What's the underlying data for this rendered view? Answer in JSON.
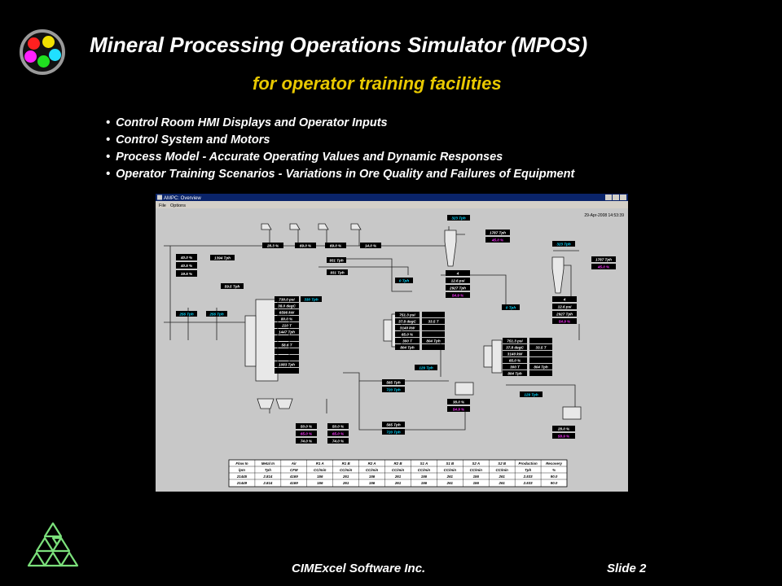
{
  "slide": {
    "title": "Mineral Processing Operations Simulator (MPOS)",
    "subtitle": "for operator training facilities",
    "bullets": [
      "Control Room HMI Displays and Operator Inputs",
      "Control System and Motors",
      "Process Model - Accurate Operating Values and Dynamic Responses",
      "Operator Training Scenarios - Variations in Ore Quality and Failures of Equipment"
    ],
    "company": "CIMExcel Software Inc.",
    "slide_number": "Slide 2",
    "colors": {
      "background": "#000000",
      "title": "#ffffff",
      "subtitle": "#e8c800",
      "window_bg": "#c8c8c8",
      "value_cyan": "#00d8ff",
      "value_magenta": "#ff30ff"
    }
  },
  "hmi": {
    "window_title": "AMPC: Overview",
    "menu": [
      "File",
      "Options"
    ],
    "timestamp": "29-Apr-2008 14:53:39",
    "feeders": [
      "28.3 %",
      "69.0 %",
      "69.0 %",
      "14.0 %"
    ],
    "left_controls": [
      "40.0 %",
      "40.5 %",
      "19.5 %"
    ],
    "feed_rate": "1394 Tph",
    "flows": {
      "f931a": "931 Tph",
      "f931b": "931 Tph",
      "f59": "59.5 Tph",
      "f256a": "256 Tph",
      "f256b": "256 Tph",
      "f330": "330 Tph",
      "f323a": "323 Tph",
      "f323b": "323 Tph",
      "f1787a": "1787 Tph",
      "f1787b": "1787 Tph",
      "f0a": "0 Tph",
      "f0b": "0 Tph",
      "f565a": "565 Tph",
      "f720a": "720 Tph",
      "f565b": "565 Tph",
      "f720b": "720 Tph",
      "f129a": "129 Tph",
      "f129b": "129 Tph"
    },
    "sag_mill": [
      "730.0 psi",
      "38.0 degC",
      "6596 kW",
      "80.0 %",
      "210 T",
      "1447 Tph",
      "",
      "58.6 T",
      "",
      "",
      "1083 Tph",
      ""
    ],
    "ball_mill_1": {
      "left": [
        "751.3 psi",
        "37.8 degC",
        "3140 kW",
        "65.0 %",
        "300 T",
        "804 Tph"
      ],
      "right": [
        "",
        "33.5 T",
        "",
        "",
        "804 Tph",
        ""
      ]
    },
    "ball_mill_2": {
      "left": [
        "751.3 psi",
        "37.8 degC",
        "3140 kW",
        "65.0 %",
        "300 T",
        "804 Tph"
      ],
      "right": [
        "",
        "33.5 T",
        "",
        "",
        "804 Tph",
        ""
      ]
    },
    "cyclone_1": {
      "count": "4",
      "pressure": "12.6 psi",
      "feed": "2927 Tph",
      "solids": "54.9 %",
      "overflow_solids": "45.0 %"
    },
    "cyclone_2": {
      "count": "4",
      "pressure": "12.6 psi",
      "feed": "2927 Tph",
      "solids": "54.9 %",
      "overflow_solids": "45.0 %"
    },
    "screen_pair_left": [
      "50.0 %",
      "65.0 %",
      "74.0 %"
    ],
    "screen_pair_right": [
      "50.0 %",
      "65.0 %",
      "74.0 %"
    ],
    "sump_1": [
      "38.0 %",
      "54.9 %"
    ],
    "sump_2": [
      "28.0 %",
      "58.9 %"
    ],
    "table": {
      "headers": [
        "Flow In",
        "Metal In",
        "Air",
        "R1 A",
        "R1 B",
        "R2 A",
        "R2 B",
        "S1 A",
        "S1 B",
        "S2 A",
        "S2 B",
        "Production",
        "Recovery"
      ],
      "units": [
        "lpm",
        "Tph",
        "CFM",
        "CC/min",
        "CC/min",
        "CC/min",
        "CC/min",
        "CC/min",
        "CC/min",
        "CC/min",
        "CC/min",
        "Tph",
        "%"
      ],
      "rows": [
        [
          "21445",
          "2.814",
          "4169",
          "156",
          "261",
          "156",
          "261",
          "156",
          "261",
          "156",
          "261",
          "2.533",
          "90.0"
        ],
        [
          "21449",
          "2.814",
          "4169",
          "156",
          "261",
          "156",
          "261",
          "156",
          "261",
          "156",
          "261",
          "2.533",
          "90.0"
        ]
      ]
    }
  }
}
